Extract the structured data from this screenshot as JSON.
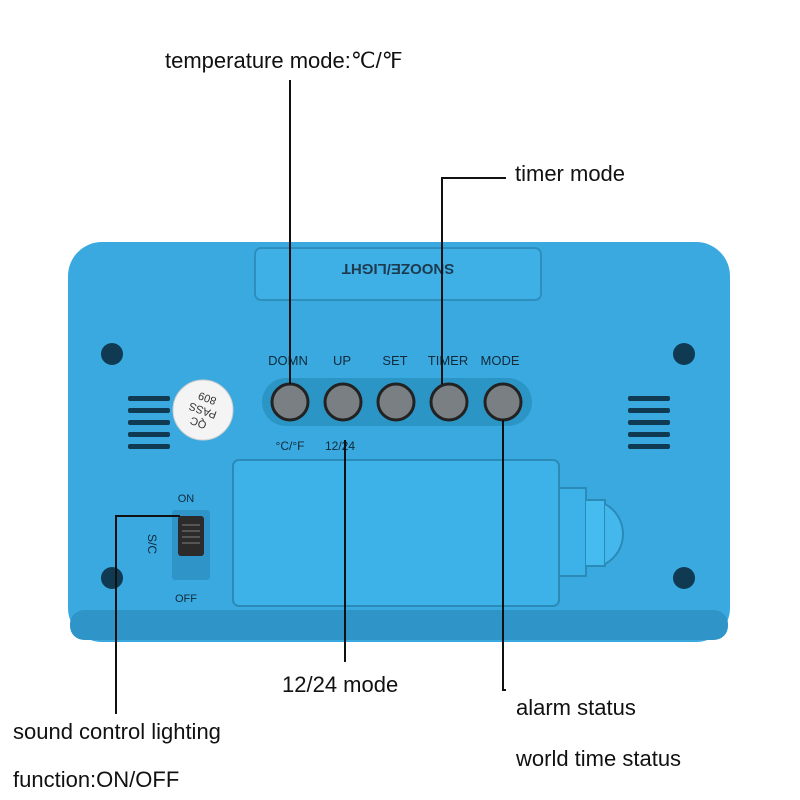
{
  "device": {
    "body_color": "#3aa9e0",
    "body_shade": "#2f95c9",
    "button_color": "#7a7f84",
    "top_button_label": "SNOOZE/LIGHT",
    "buttons": [
      {
        "label": "DOMN",
        "sub": "°C/°F"
      },
      {
        "label": "UP",
        "sub": "12/24"
      },
      {
        "label": "SET",
        "sub": ""
      },
      {
        "label": "TIMER",
        "sub": ""
      },
      {
        "label": "MODE",
        "sub": ""
      }
    ],
    "qc_sticker": {
      "line1": "QC",
      "line2": "PASS",
      "line3": "809"
    },
    "switch": {
      "top": "ON",
      "side": "S/C",
      "bottom": "OFF"
    }
  },
  "callouts": {
    "temperature": "temperature mode:℃/℉",
    "timer": "timer mode",
    "mode12_24": "12/24 mode",
    "sound_line1": "sound  control lighting",
    "sound_line2": "function:ON/OFF",
    "alarm": "alarm status",
    "world_time": "world time status"
  }
}
